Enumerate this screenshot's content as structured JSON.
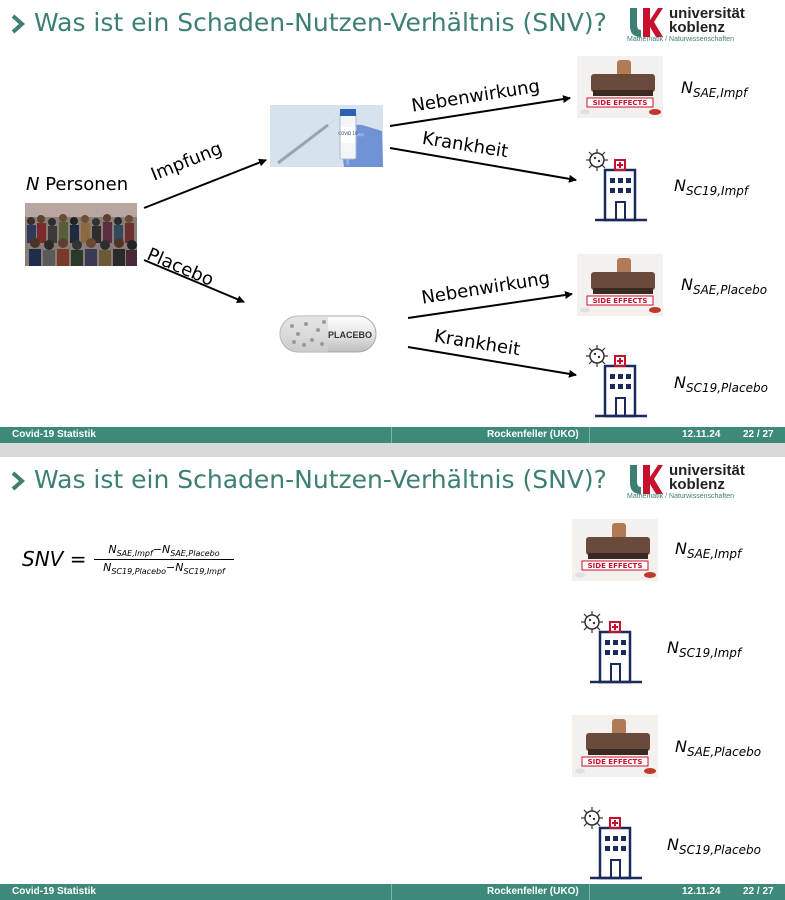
{
  "slide1": {
    "title": "Was ist ein Schaden-Nutzen-Verhältnis (SNV)?",
    "n_personen_n": "N",
    "n_personen_text": " Personen",
    "impfung": "Impfung",
    "placebo": "Placebo",
    "nebenwirkung_top": "Nebenwirkung",
    "krankheit_top": "Krankheit",
    "nebenwirkung_bottom": "Nebenwirkung",
    "krankheit_bottom": "Krankheit",
    "placebo_pill_text": "PLACEBO",
    "vial_text": "COVID 19",
    "outcomes": [
      {
        "n": "N",
        "sub": "SAE,Impf"
      },
      {
        "n": "N",
        "sub": "SC19,Impf"
      },
      {
        "n": "N",
        "sub": "SAE,Placebo"
      },
      {
        "n": "N",
        "sub": "SC19,Placebo"
      }
    ]
  },
  "slide2": {
    "title": "Was ist ein Schaden-Nutzen-Verhältnis (SNV)?",
    "formula_lhs": "SNV =",
    "formula_num_a": "N",
    "formula_num_a_sub": "SAE,Impf",
    "formula_num_op": "−",
    "formula_num_b": "N",
    "formula_num_b_sub": "SAE,Placebo",
    "formula_den_a": "N",
    "formula_den_a_sub": "SC19,Placebo",
    "formula_den_op": "−",
    "formula_den_b": "N",
    "formula_den_b_sub": "SC19,Impf",
    "outcomes": [
      {
        "n": "N",
        "sub": "SAE,Impf"
      },
      {
        "n": "N",
        "sub": "SC19,Impf"
      },
      {
        "n": "N",
        "sub": "SAE,Placebo"
      },
      {
        "n": "N",
        "sub": "SC19,Placebo"
      }
    ]
  },
  "stamp_text": "SIDE EFFECTS",
  "logo": {
    "line1": "universität",
    "line2": "koblenz",
    "line3": "Mathematik / Naturwissenschaften"
  },
  "footer": {
    "left": "Covid-19 Statistik",
    "center": "Rockenfeller  (UKO)",
    "date": "12.11.24",
    "page": "22 / 27"
  },
  "colors": {
    "accent": "#3d7f72",
    "footer_bg": "#3d8a7b",
    "logo_red": "#c8102e",
    "hospital_navy": "#1a2a5c"
  }
}
